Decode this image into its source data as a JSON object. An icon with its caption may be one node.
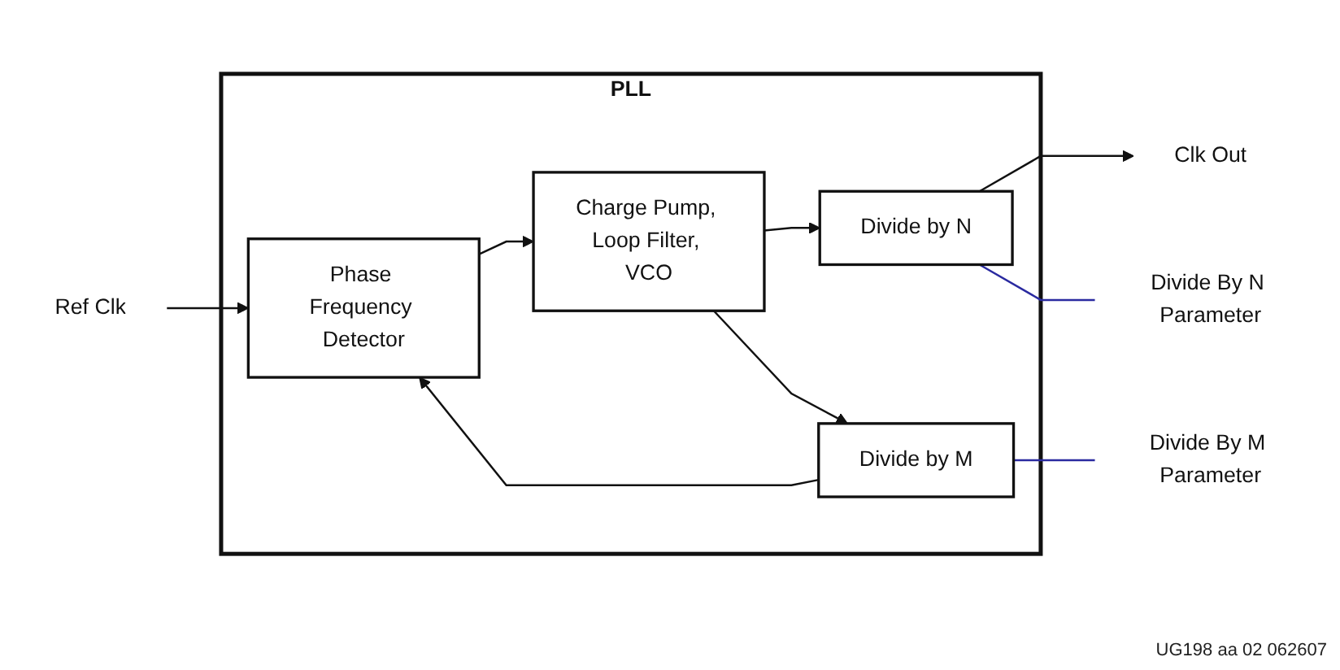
{
  "diagram": {
    "nodes": [
      {
        "text": [
          "PLL"
        ]
      },
      {
        "text": [
          "Phase Frequency Detector"
        ],
        "in": 0
      },
      {
        "text": [
          "Charge Pump, Loop Filter, VCO"
        ],
        "in": 0
      },
      {
        "text": [
          "Divide by N"
        ],
        "in": 0
      },
      {
        "text": [
          "Divide by M"
        ],
        "in": 0
      },
      {
        "text": [
          "Ref Clk"
        ]
      },
      {
        "text": [
          "Clk Out"
        ]
      },
      {
        "text": [
          "Divide By N Parameter"
        ]
      },
      {
        "text": [
          "Divide By M Parameter"
        ]
      }
    ],
    "edges": [
      {
        "from": 5,
        "to": 1,
        "arrow": "to"
      },
      {
        "from": 1,
        "to": 2,
        "arrow": "to"
      },
      {
        "from": 2,
        "to": 3,
        "arrow": "to"
      },
      {
        "from": 2,
        "to": 4,
        "arrow": "to"
      },
      {
        "from": 4,
        "to": 1,
        "arrow": "to"
      },
      {
        "from": 3,
        "to": 6,
        "arrow": "to"
      },
      {
        "from": 7,
        "to": 3,
        "arrow": "none",
        "color": "#2a2aa0"
      },
      {
        "from": 8,
        "to": 4,
        "arrow": "none",
        "color": "#2a2aa0"
      }
    ],
    "labels": [
      "UG198 aa 02 062607"
    ]
  }
}
